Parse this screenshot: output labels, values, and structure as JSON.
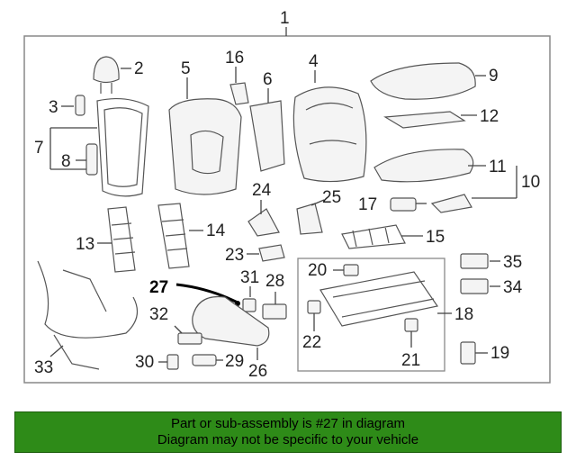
{
  "diagram": {
    "assembly_label": "1",
    "callouts": [
      {
        "id": "2",
        "text": "2"
      },
      {
        "id": "3",
        "text": "3"
      },
      {
        "id": "4",
        "text": "4"
      },
      {
        "id": "5",
        "text": "5"
      },
      {
        "id": "6",
        "text": "6"
      },
      {
        "id": "7",
        "text": "7"
      },
      {
        "id": "8",
        "text": "8"
      },
      {
        "id": "9",
        "text": "9"
      },
      {
        "id": "10",
        "text": "10"
      },
      {
        "id": "11",
        "text": "11"
      },
      {
        "id": "12",
        "text": "12"
      },
      {
        "id": "13",
        "text": "13"
      },
      {
        "id": "14",
        "text": "14"
      },
      {
        "id": "15",
        "text": "15"
      },
      {
        "id": "16",
        "text": "16"
      },
      {
        "id": "17",
        "text": "17"
      },
      {
        "id": "18",
        "text": "18"
      },
      {
        "id": "19",
        "text": "19"
      },
      {
        "id": "20",
        "text": "20"
      },
      {
        "id": "21",
        "text": "21"
      },
      {
        "id": "22",
        "text": "22"
      },
      {
        "id": "23",
        "text": "23"
      },
      {
        "id": "24",
        "text": "24"
      },
      {
        "id": "25",
        "text": "25"
      },
      {
        "id": "26",
        "text": "26"
      },
      {
        "id": "27",
        "text": "27"
      },
      {
        "id": "28",
        "text": "28"
      },
      {
        "id": "29",
        "text": "29"
      },
      {
        "id": "30",
        "text": "30"
      },
      {
        "id": "31",
        "text": "31"
      },
      {
        "id": "32",
        "text": "32"
      },
      {
        "id": "33",
        "text": "33"
      },
      {
        "id": "34",
        "text": "34"
      },
      {
        "id": "35",
        "text": "35"
      }
    ],
    "highlighted_part": "27",
    "colors": {
      "frame": "#888888",
      "line": "#555555",
      "highlight": "#000000",
      "banner_background": "#2e8b18"
    }
  },
  "banner": {
    "line1": "Part or sub-assembly is #27 in diagram",
    "line2": "Diagram may not be specific to your vehicle"
  }
}
